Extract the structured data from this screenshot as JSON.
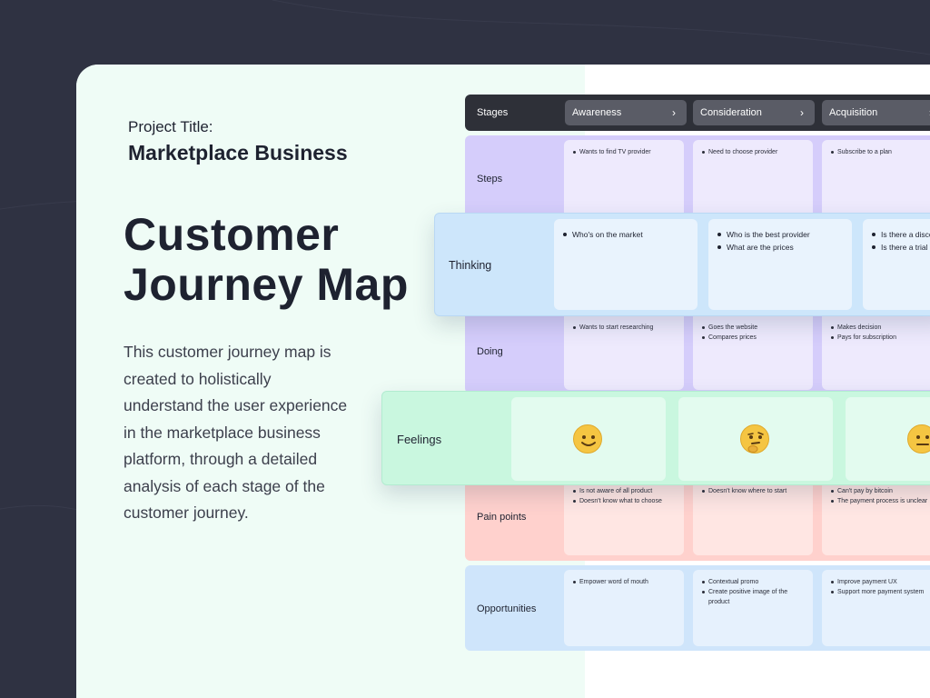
{
  "project": {
    "label": "Project Title:",
    "name": "Marketplace Business"
  },
  "hero": {
    "title_line1": "Customer",
    "title_line2": "Journey Map",
    "description": "This customer journey map is created to holistically understand the user experience in the marketplace business platform, through a detailed analysis of each stage of the customer journey."
  },
  "map": {
    "stages_label": "Stages",
    "stages": [
      "Awareness",
      "Consideration",
      "Acquisition"
    ],
    "rows": {
      "steps": {
        "label": "Steps",
        "cells": [
          [
            "Wants to find TV provider"
          ],
          [
            "Need to choose provider"
          ],
          [
            "Subscribe to a plan"
          ]
        ]
      },
      "thinking": {
        "label": "Thinking",
        "cells": [
          [
            "Who's on the market"
          ],
          [
            "Who is the best provider",
            "What are the prices"
          ],
          [
            "Is there a disco",
            "Is there a trial"
          ]
        ]
      },
      "doing": {
        "label": "Doing",
        "cells": [
          [
            "Wants to start researching"
          ],
          [
            "Goes the website",
            "Compares prices"
          ],
          [
            "Makes decision",
            "Pays for subscription"
          ]
        ]
      },
      "feelings": {
        "label": "Feelings",
        "emojis": [
          "slightly-smiling-emoji",
          "thinking-emoji",
          "neutral-emoji"
        ]
      },
      "pain": {
        "label": "Pain points",
        "cells": [
          [
            "Is not aware of all product",
            "Doesn't know what to choose"
          ],
          [
            "Doesn't know where to start"
          ],
          [
            "Can't pay by bitcoin",
            "The payment process is unclear"
          ]
        ]
      },
      "opps": {
        "label": "Opportunities",
        "cells": [
          [
            "Empower word of mouth"
          ],
          [
            "Contextual promo",
            "Create positive image of the product"
          ],
          [
            "Improve payment UX",
            "Support more payment system"
          ]
        ]
      }
    }
  },
  "colors": {
    "background": "#2f3242",
    "left_panel": "#effcf6",
    "steps": "#d5cdfb",
    "thinking": "#cde6fb",
    "feelings": "#c9f7df",
    "pain": "#ffd1cd",
    "opps": "#cfe5fb",
    "header": "#2e3038"
  }
}
